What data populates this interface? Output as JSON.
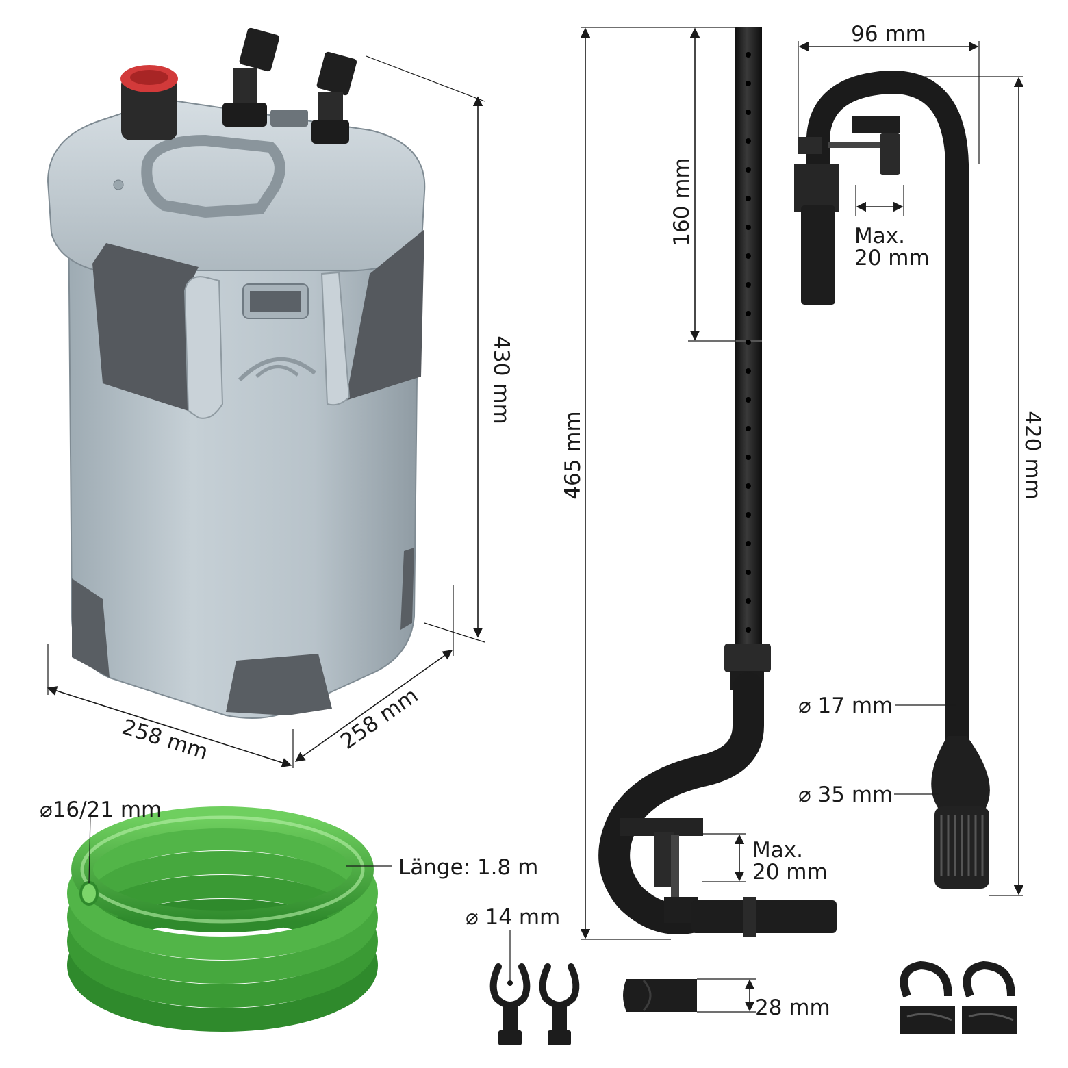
{
  "filter_dimensions": {
    "height": "430 mm",
    "width": "258 mm",
    "depth": "258 mm"
  },
  "outflow_pipe": {
    "total_length": "465 mm",
    "segment_length": "160 mm",
    "clamp_max_label": "Max.",
    "clamp_max_value": "20 mm"
  },
  "intake_pipe": {
    "width": "96 mm",
    "height": "420 mm",
    "clamp_max_label": "Max.",
    "clamp_max_value": "20 mm",
    "pipe_diameter": "⌀ 17 mm",
    "strainer_diameter": "⌀ 35 mm"
  },
  "hose": {
    "diameter": "⌀16/21 mm",
    "length": "Länge: 1.8 m"
  },
  "accessories": {
    "clip_diameter": "⌀ 14 mm",
    "nozzle_size": "28 mm"
  },
  "colors": {
    "filter_body": "#b9c4cb",
    "filter_dark_panel": "#55595e",
    "pipe": "#1c1c1c",
    "hose_green": "#3fa23a",
    "knob_red": "#d23a3a"
  }
}
